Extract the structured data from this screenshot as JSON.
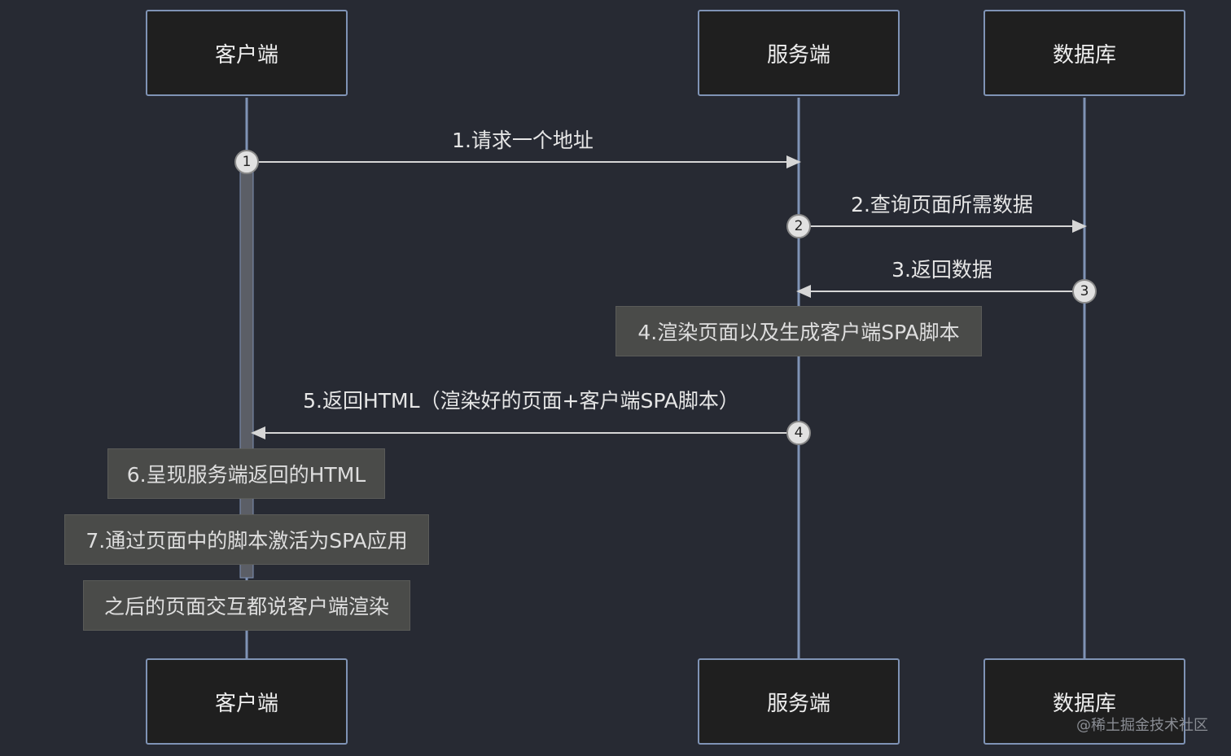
{
  "participants": {
    "client": "客户端",
    "server": "服务端",
    "database": "数据库"
  },
  "messages": [
    {
      "num": "1",
      "label": "1.请求一个地址"
    },
    {
      "num": "2",
      "label": "2.查询页面所需数据"
    },
    {
      "num": "3",
      "label": "3.返回数据"
    },
    {
      "num": "4",
      "label": "5.返回HTML（渲染好的页面+客户端SPA脚本）"
    }
  ],
  "notes": {
    "server_render": "4.渲染页面以及生成客户端SPA脚本",
    "client_present": "6.呈现服务端返回的HTML",
    "client_activate": "7.通过页面中的脚本激活为SPA应用",
    "client_after": "之后的页面交互都说客户端渲染"
  },
  "watermark": "@稀土掘金技术社区",
  "colors": {
    "background": "#272a33",
    "lifeline": "#7f93b5",
    "actor_fill": "#1f1f1f",
    "message_line": "#d6d6d6",
    "note_fill": "#4a4b49"
  }
}
